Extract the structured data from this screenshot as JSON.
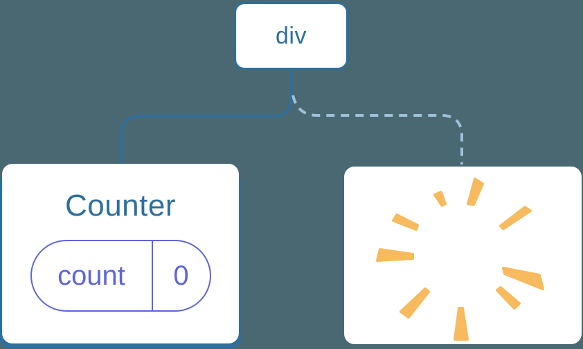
{
  "colors": {
    "background": "#4A6872",
    "blue": "#2E6F9D",
    "indigo": "#6065D8",
    "dash": "#9FC1D9",
    "orange": "#F8BA5E",
    "card": "#FFFFFF"
  },
  "diagram": {
    "root_node": {
      "label": "div"
    },
    "counter_node": {
      "title": "Counter",
      "state_key": "count",
      "state_value": "0"
    },
    "removed_node": {
      "icon": "poof-burst-icon"
    }
  }
}
